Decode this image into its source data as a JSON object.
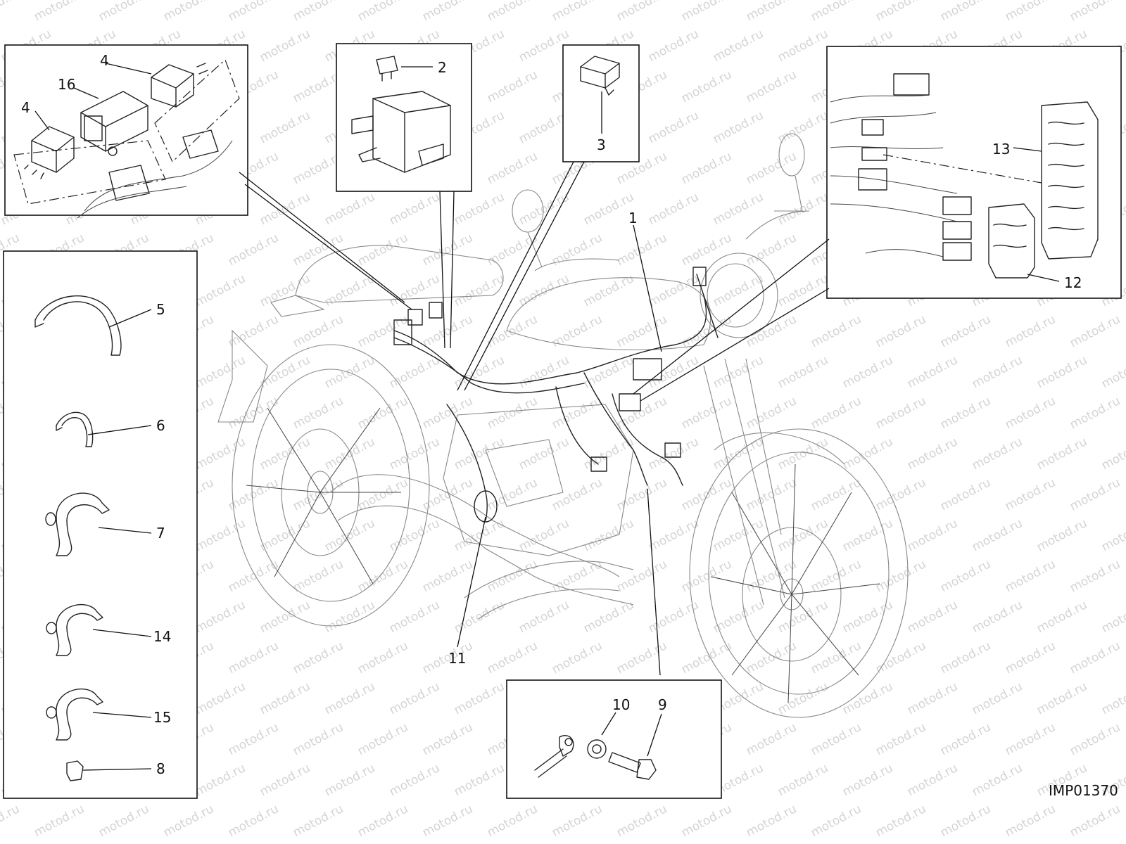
{
  "diagram": {
    "watermark": "motod.ru",
    "drawing_code": "IMP01370",
    "callouts": {
      "c1": "1",
      "c2": "2",
      "c3": "3",
      "c4a": "4",
      "c4b": "4",
      "c5": "5",
      "c6": "6",
      "c7": "7",
      "c8": "8",
      "c9": "9",
      "c10": "10",
      "c11": "11",
      "c12": "12",
      "c13": "13",
      "c14": "14",
      "c15": "15",
      "c16": "16"
    }
  }
}
